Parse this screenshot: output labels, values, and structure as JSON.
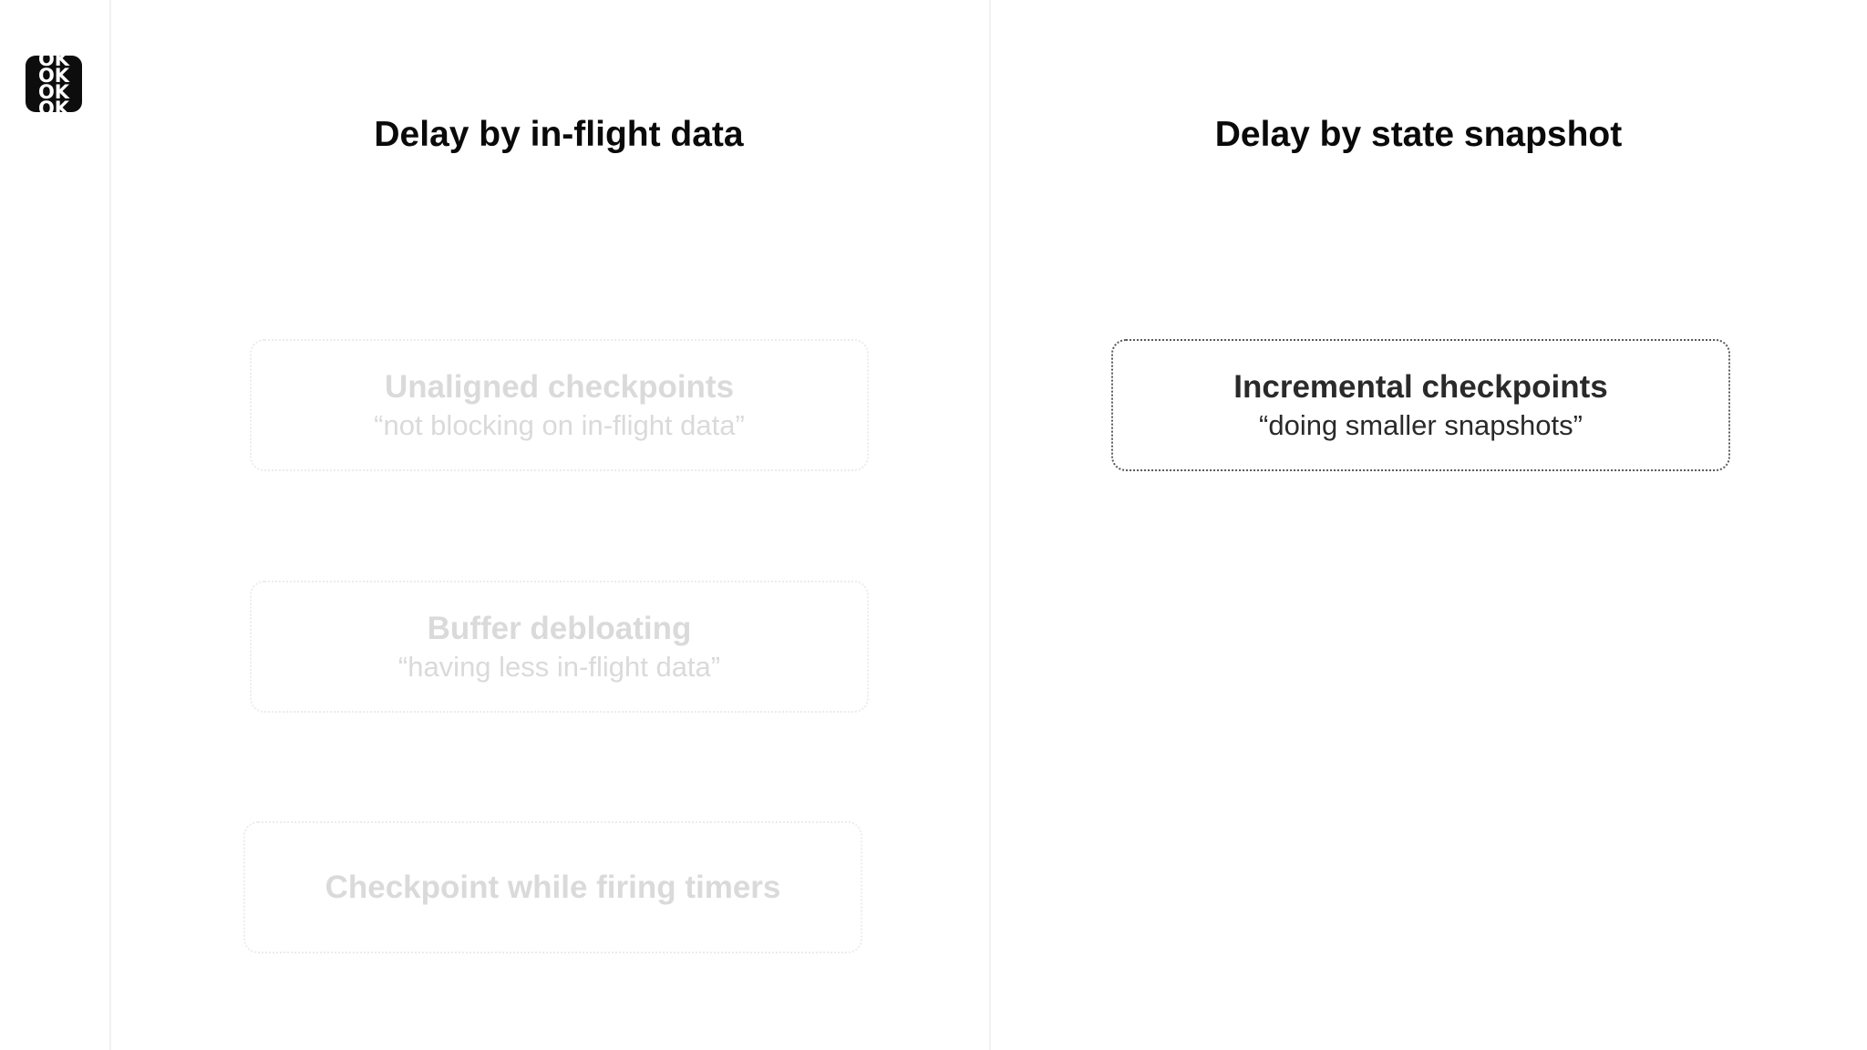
{
  "logo": {
    "lines": [
      "OK",
      "OK",
      "OK",
      "OK"
    ],
    "color": "#0d0d0d"
  },
  "columns": {
    "left": {
      "title": "Delay by in-flight data",
      "cards": [
        {
          "title": "Unaligned checkpoints",
          "subtitle": "“not blocking on in-flight data”",
          "state": "faded"
        },
        {
          "title": "Buffer debloating",
          "subtitle": "“having less in-flight data”",
          "state": "faded"
        },
        {
          "title": "Checkpoint while firing timers",
          "subtitle": "",
          "state": "faded"
        }
      ]
    },
    "right": {
      "title": "Delay by state snapshot",
      "cards": [
        {
          "title": "Incremental checkpoints",
          "subtitle": "“doing smaller snapshots”",
          "state": "active"
        }
      ]
    }
  },
  "colors": {
    "text_active": "#2a2a2a",
    "text_faded": "#dadada",
    "heading": "#0a0a0a"
  }
}
